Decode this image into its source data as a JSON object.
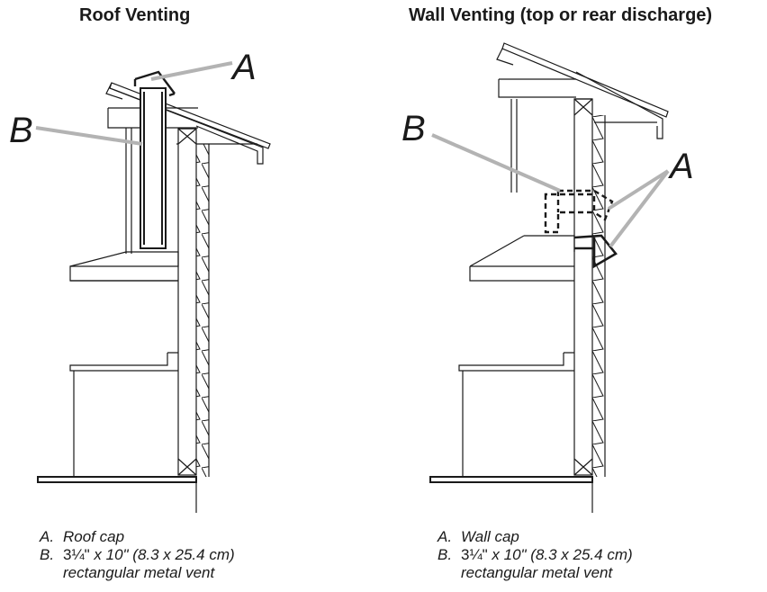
{
  "left_panel": {
    "title": "Roof Venting",
    "callout_a": "A",
    "callout_b": "B",
    "legend": [
      {
        "key": "A.",
        "text": "Roof cap"
      },
      {
        "key": "B.",
        "dim": "3¼\"",
        "rest": " x 10\" (8.3 x 25.4 cm)\nrectangular metal vent"
      }
    ]
  },
  "right_panel": {
    "title": "Wall Venting (top or rear discharge)",
    "callout_a": "A",
    "callout_b": "B",
    "legend": [
      {
        "key": "A.",
        "text": "Wall cap"
      },
      {
        "key": "B.",
        "dim": "3¼\"",
        "rest": " x 10\" (8.3 x 25.4 cm)\nrectangular metal vent"
      }
    ]
  },
  "colors": {
    "line": "#1a1a1a",
    "leader": "#b3b3b3"
  }
}
